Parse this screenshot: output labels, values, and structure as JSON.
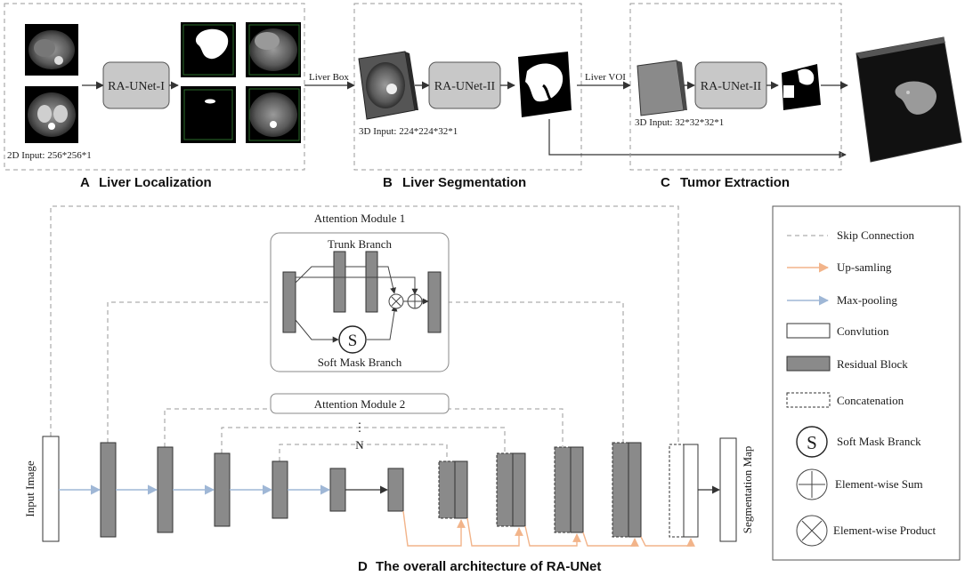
{
  "panels": {
    "a": {
      "letter": "A",
      "title": "Liver Localization",
      "input_label": "2D Input: 256*256*1",
      "network": "RA-UNet-I"
    },
    "b": {
      "letter": "B",
      "title": "Liver Segmentation",
      "input_label": "3D Input: 224*224*32*1",
      "network": "RA-UNet-II",
      "link_label": "Liver Box"
    },
    "c": {
      "letter": "C",
      "title": "Tumor Extraction",
      "input_label": "3D Input: 32*32*32*1",
      "network": "RA-UNet-II",
      "link_label": "Liver VOI"
    },
    "d": {
      "letter": "D",
      "title": "The overall architecture of RA-UNet"
    }
  },
  "architecture": {
    "input": "Input Image",
    "output": "Segmentation Map",
    "attention1": {
      "title": "Attention Module 1",
      "trunk": "Trunk Branch",
      "mask": "Soft Mask Branch",
      "mask_symbol": "S"
    },
    "attention2": "Attention Module 2",
    "ellipsis": "⋮",
    "n_label": "N"
  },
  "legend": {
    "items": [
      {
        "label": "Skip Connection",
        "icon": "dashed-line"
      },
      {
        "label": "Up-samling",
        "icon": "orange-arrow",
        "color": "#f2b48a"
      },
      {
        "label": "Max-pooling",
        "icon": "blue-arrow",
        "color": "#9fb7d6"
      },
      {
        "label": "Convlution",
        "icon": "white-box"
      },
      {
        "label": "Residual Block",
        "icon": "gray-box",
        "color": "#8a8a8a"
      },
      {
        "label": "Concatenation",
        "icon": "dashed-box"
      },
      {
        "label": "Soft Mask Branck",
        "icon": "s-circle",
        "symbol": "S"
      },
      {
        "label": "Element-wise Sum",
        "icon": "plus-circle"
      },
      {
        "label": "Element-wise Product",
        "icon": "times-circle"
      }
    ]
  }
}
